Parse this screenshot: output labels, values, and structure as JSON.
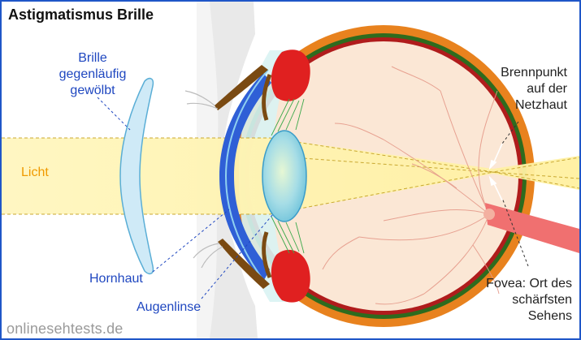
{
  "title": "Astigmatismus Brille",
  "watermark": "onlinesehtests.de",
  "labels": {
    "brille": [
      "Brille",
      "gegenläufig",
      "gewölbt"
    ],
    "licht": "Licht",
    "hornhaut": "Hornhaut",
    "augenlinse": "Augenlinse",
    "brennpunkt": [
      "Brennpunkt",
      "auf der",
      "Netzhaut"
    ],
    "fovea": [
      "Fovea: Ort des",
      "schärfsten",
      "Sehens"
    ]
  },
  "colors": {
    "frame": "#1f56c8",
    "light_beam": "#fff3b0",
    "sclera": "#e8821e",
    "choroid": "#2e6b1e",
    "retina": "#b01c1c",
    "eye_interior": "#fbe7d5",
    "cornea": "#2f5fd6",
    "lens": "#8fd8e8",
    "iris": "#e02020",
    "optic_nerve": "#f07070",
    "eyelid": "#7a4a12",
    "label_text": "#1f47c0"
  }
}
